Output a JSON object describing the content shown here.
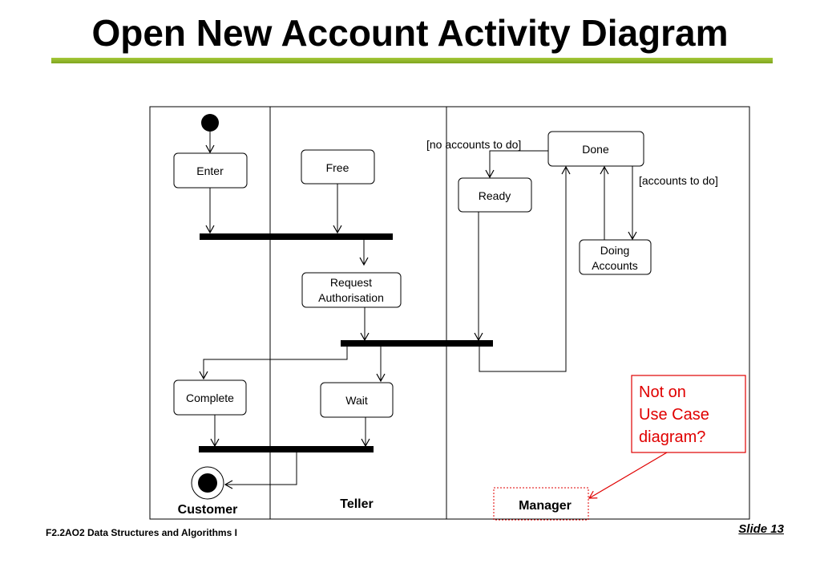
{
  "title": "Open New Account Activity Diagram",
  "footer": {
    "course": "F2.2AO2 Data Structures and Algorithms I",
    "slide": "Slide 13"
  },
  "lanes": {
    "customer": "Customer",
    "teller": "Teller",
    "manager": "Manager"
  },
  "activities": {
    "enter": "Enter",
    "free": "Free",
    "request_line1": "Request",
    "request_line2": "Authorisation",
    "complete": "Complete",
    "wait": "Wait",
    "ready": "Ready",
    "done": "Done",
    "doing_line1": "Doing",
    "doing_line2": "Accounts"
  },
  "guards": {
    "no_accounts": "[no accounts to do]",
    "accounts": "[accounts to do]"
  },
  "note": {
    "line1": "Not on",
    "line2": "Use Case",
    "line3": "diagram?"
  },
  "colors": {
    "title_underline": "#8db52a",
    "note": "#e00000"
  }
}
